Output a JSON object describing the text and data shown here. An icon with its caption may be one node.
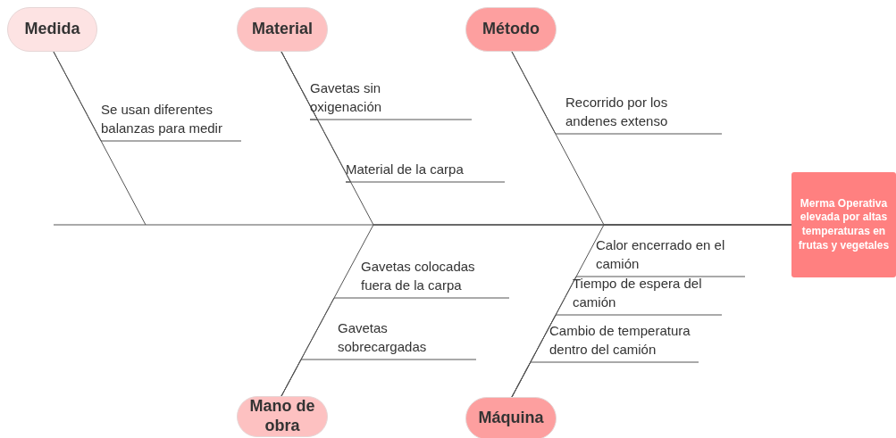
{
  "diagram": {
    "nodes": [
      {
        "text": [
          "Medida"
        ]
      },
      {
        "text": [
          "Material"
        ]
      },
      {
        "text": [
          "Método"
        ]
      },
      {
        "text": [
          "Mano de obra"
        ]
      },
      {
        "text": [
          "Máquina"
        ]
      },
      {
        "text": [
          "Merma Operativa elevada por altas temperaturas en frutas y vegetales"
        ]
      },
      {
        "text": [
          "Se usan diferentes balanzas para medir"
        ]
      },
      {
        "text": [
          "Gavetas sin oxigenación"
        ]
      },
      {
        "text": [
          "Material de la carpa"
        ]
      },
      {
        "text": [
          "Recorrido por los andenes extenso"
        ]
      },
      {
        "text": [
          "Gavetas colocadas fuera de la carpa"
        ]
      },
      {
        "text": [
          "Gavetas sobrecargadas"
        ]
      },
      {
        "text": [
          "Calor encerrado en el camión"
        ]
      },
      {
        "text": [
          "Tiempo de espera del camión"
        ]
      },
      {
        "text": [
          "Cambio de temperatura dentro del camión"
        ]
      }
    ],
    "edges": [
      {
        "from": 0,
        "to": 5,
        "arrow": "none"
      },
      {
        "from": 1,
        "to": 5,
        "arrow": "none"
      },
      {
        "from": 2,
        "to": 5,
        "arrow": "none"
      },
      {
        "from": 3,
        "to": 5,
        "arrow": "none"
      },
      {
        "from": 4,
        "to": 5,
        "arrow": "none"
      },
      {
        "from": 6,
        "to": 0,
        "arrow": "none"
      },
      {
        "from": 7,
        "to": 1,
        "arrow": "none"
      },
      {
        "from": 8,
        "to": 1,
        "arrow": "none"
      },
      {
        "from": 9,
        "to": 2,
        "arrow": "none"
      },
      {
        "from": 10,
        "to": 3,
        "arrow": "none"
      },
      {
        "from": 11,
        "to": 3,
        "arrow": "none"
      },
      {
        "from": 12,
        "to": 4,
        "arrow": "none"
      },
      {
        "from": 13,
        "to": 4,
        "arrow": "none"
      },
      {
        "from": 14,
        "to": 4,
        "arrow": "none"
      }
    ]
  }
}
